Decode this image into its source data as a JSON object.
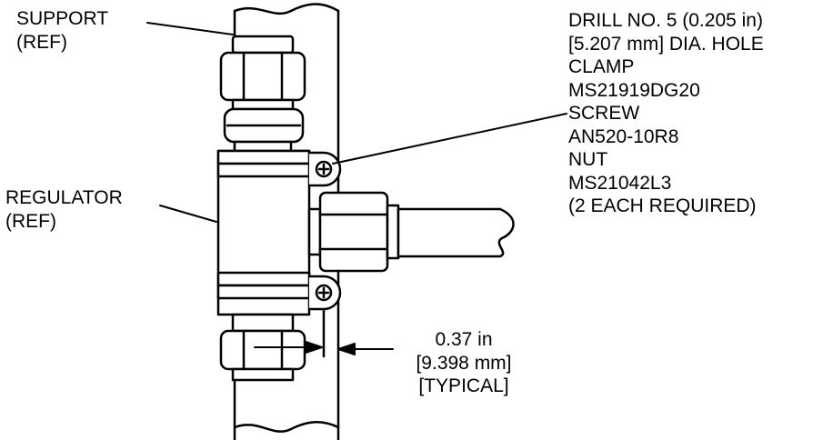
{
  "labels": {
    "support": [
      "SUPPORT",
      "(REF)"
    ],
    "regulator": [
      "REGULATOR",
      "(REF)"
    ],
    "callout": [
      "DRILL NO. 5 (0.205 in)",
      "[5.207 mm] DIA. HOLE",
      "CLAMP",
      "MS21919DG20",
      "SCREW",
      "AN520-10R8",
      "NUT",
      "MS21042L3",
      "(2 EACH REQUIRED)"
    ],
    "dimension": [
      "0.37 in",
      "[9.398 mm]",
      "[TYPICAL]"
    ]
  }
}
